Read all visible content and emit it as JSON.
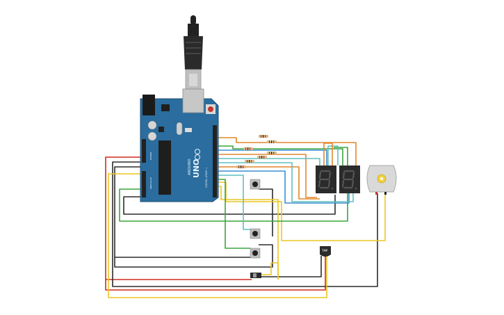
{
  "canvas": {
    "background": "#ffffff"
  },
  "board": {
    "logo": "UNO",
    "brand": "ARDUINO",
    "digital_label": "DIGITAL (PWM~)",
    "analog_label": "ANALOG IN",
    "power_label": "POWER",
    "color": "#2a6d9e"
  },
  "temp_sensor": {
    "label": "TMP"
  },
  "wire_colors": {
    "red": "#d12a1f",
    "black": "#2b2b2b",
    "yellow": "#ecc622",
    "green": "#3aa53a",
    "orange": "#e3862a",
    "blue": "#3a8fd0",
    "teal": "#5fbfc4"
  },
  "icons": [
    "usb-cable-icon",
    "dc-motor-icon",
    "pushbutton-icon",
    "seven-segment-icon"
  ]
}
